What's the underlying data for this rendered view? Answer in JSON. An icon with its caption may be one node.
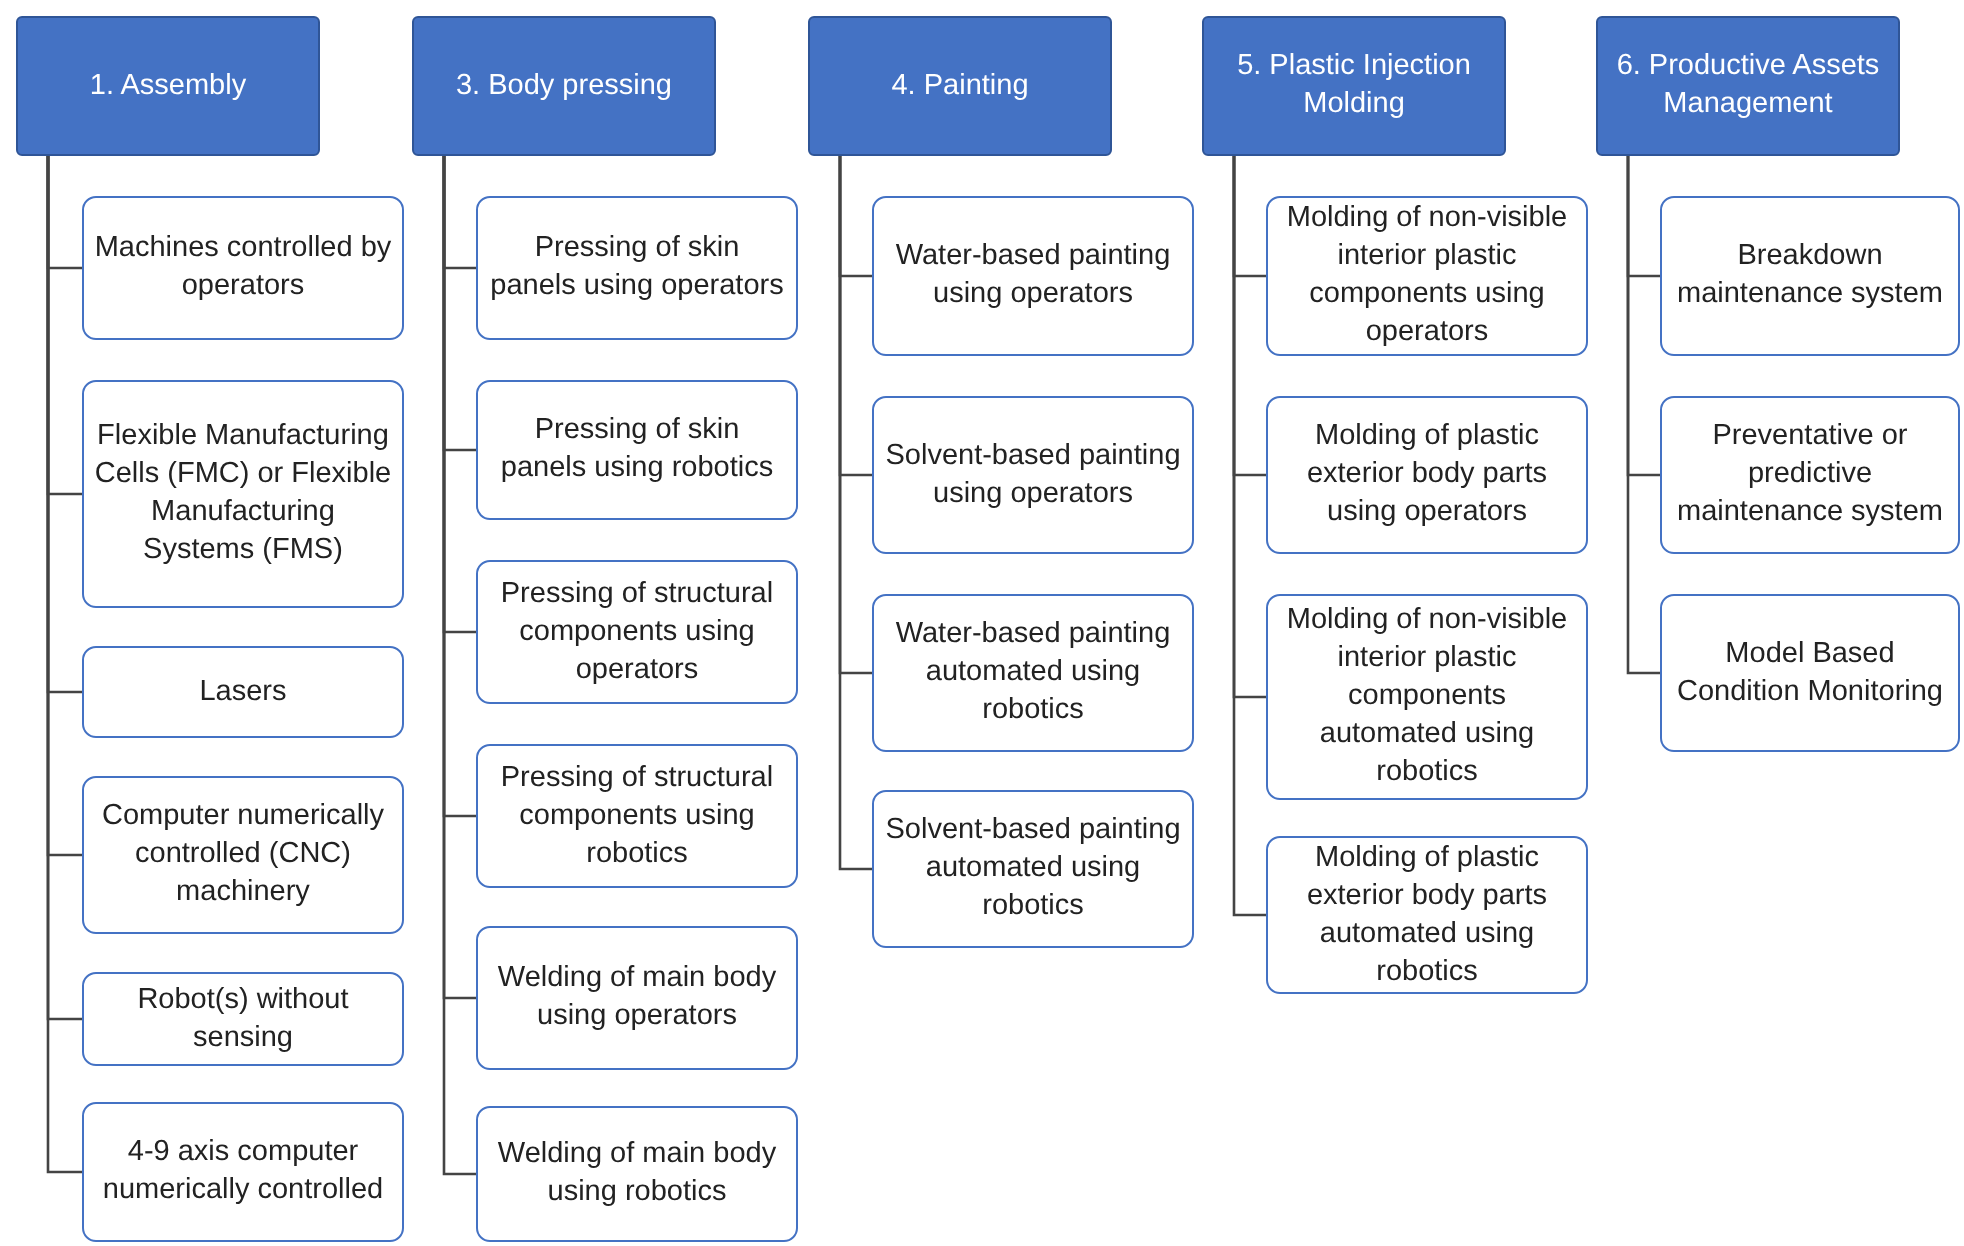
{
  "diagram": {
    "nodes": [
      {
        "text": [
          "1. Assembly"
        ]
      },
      {
        "text": [
          "Machines controlled by operators"
        ]
      },
      {
        "text": [
          "Flexible Manufacturing Cells (FMC) or Flexible Manufacturing Systems (FMS)"
        ]
      },
      {
        "text": [
          "Lasers"
        ]
      },
      {
        "text": [
          "Computer numerically controlled (CNC) machinery"
        ]
      },
      {
        "text": [
          "Robot(s) without sensing"
        ]
      },
      {
        "text": [
          "4-9 axis computer numerically controlled"
        ]
      },
      {
        "text": [
          "3. Body pressing"
        ]
      },
      {
        "text": [
          "Pressing of skin panels using operators"
        ]
      },
      {
        "text": [
          "Pressing of skin panels using robotics"
        ]
      },
      {
        "text": [
          "Pressing of structural components using operators"
        ]
      },
      {
        "text": [
          "Pressing of structural components using robotics"
        ]
      },
      {
        "text": [
          "Welding of main body using operators"
        ]
      },
      {
        "text": [
          "Welding of main body using robotics"
        ]
      },
      {
        "text": [
          "4. Painting"
        ]
      },
      {
        "text": [
          "Water-based painting using operators"
        ]
      },
      {
        "text": [
          "Solvent-based painting using operators"
        ]
      },
      {
        "text": [
          "Water-based painting automated using robotics"
        ]
      },
      {
        "text": [
          "Solvent-based painting automated using robotics"
        ]
      },
      {
        "text": [
          "5. Plastic Injection Molding"
        ]
      },
      {
        "text": [
          "Molding of non-visible interior plastic components using operators"
        ]
      },
      {
        "text": [
          "Molding of plastic exterior body parts using operators"
        ]
      },
      {
        "text": [
          "Molding of non-visible interior plastic components automated using robotics"
        ]
      },
      {
        "text": [
          "Molding of plastic exterior body parts automated using robotics"
        ]
      },
      {
        "text": [
          "6. Productive Assets Management"
        ]
      },
      {
        "text": [
          "Breakdown maintenance system"
        ]
      },
      {
        "text": [
          "Preventative or predictive maintenance system"
        ]
      },
      {
        "text": [
          "Model Based Condition Monitoring"
        ]
      }
    ],
    "edges": [
      {
        "from": 0,
        "to": 1,
        "arrow": "none"
      },
      {
        "from": 0,
        "to": 2,
        "arrow": "none"
      },
      {
        "from": 0,
        "to": 3,
        "arrow": "none"
      },
      {
        "from": 0,
        "to": 4,
        "arrow": "none"
      },
      {
        "from": 0,
        "to": 5,
        "arrow": "none"
      },
      {
        "from": 0,
        "to": 6,
        "arrow": "none"
      },
      {
        "from": 7,
        "to": 8,
        "arrow": "none"
      },
      {
        "from": 7,
        "to": 9,
        "arrow": "none"
      },
      {
        "from": 7,
        "to": 10,
        "arrow": "none"
      },
      {
        "from": 7,
        "to": 11,
        "arrow": "none"
      },
      {
        "from": 7,
        "to": 12,
        "arrow": "none"
      },
      {
        "from": 7,
        "to": 13,
        "arrow": "none"
      },
      {
        "from": 14,
        "to": 15,
        "arrow": "none"
      },
      {
        "from": 14,
        "to": 16,
        "arrow": "none"
      },
      {
        "from": 14,
        "to": 17,
        "arrow": "none"
      },
      {
        "from": 14,
        "to": 18,
        "arrow": "none"
      },
      {
        "from": 19,
        "to": 20,
        "arrow": "none"
      },
      {
        "from": 19,
        "to": 21,
        "arrow": "none"
      },
      {
        "from": 19,
        "to": 22,
        "arrow": "none"
      },
      {
        "from": 19,
        "to": 23,
        "arrow": "none"
      },
      {
        "from": 24,
        "to": 25,
        "arrow": "none"
      },
      {
        "from": 24,
        "to": 26,
        "arrow": "none"
      },
      {
        "from": 24,
        "to": 27,
        "arrow": "none"
      }
    ]
  }
}
